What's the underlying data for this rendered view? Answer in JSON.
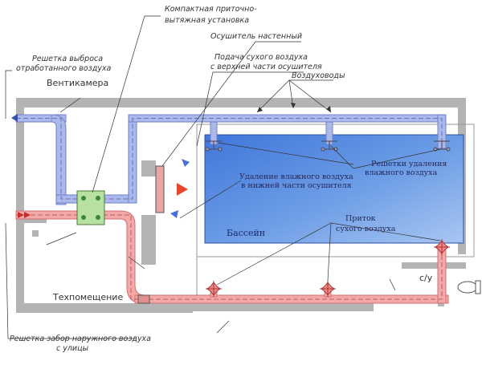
{
  "labels": {
    "compact_unit": [
      "Компактная приточно-",
      "вытяжная установка"
    ],
    "dehumidifier": "Осушитель настенный",
    "dry_air_supply": [
      "Подача сухого воздуха",
      "с верхней части осушителя"
    ],
    "air_ducts": "Воздуховоды",
    "exhaust_grille": [
      "Решетка выброса",
      "отработанного воздуха"
    ],
    "vent_chamber": "Вентикамера",
    "humid_removal": [
      "Удаление влажного воздуха",
      "в нижней части осушителя"
    ],
    "humid_grilles": [
      "Решетки удаления",
      "влажного воздуха"
    ],
    "pool": "Бассейн",
    "dry_inflow": [
      "Приток",
      "сухого воздуха"
    ],
    "wc": "с/у",
    "tech_room": "Техпомещение",
    "intake_grille": [
      "Решетка забор наружного воздуха",
      "с улицы"
    ]
  },
  "colors": {
    "wall": "#b4b4b4",
    "exhaust_duct": "#aab8ea",
    "supply_duct": "#f3a9a9",
    "pool_water": "#5b8fe0",
    "unit": "#b8e0a0",
    "dehumidifier_arrow": "#e8452f",
    "flow_arrow": "#4a6fd8"
  }
}
